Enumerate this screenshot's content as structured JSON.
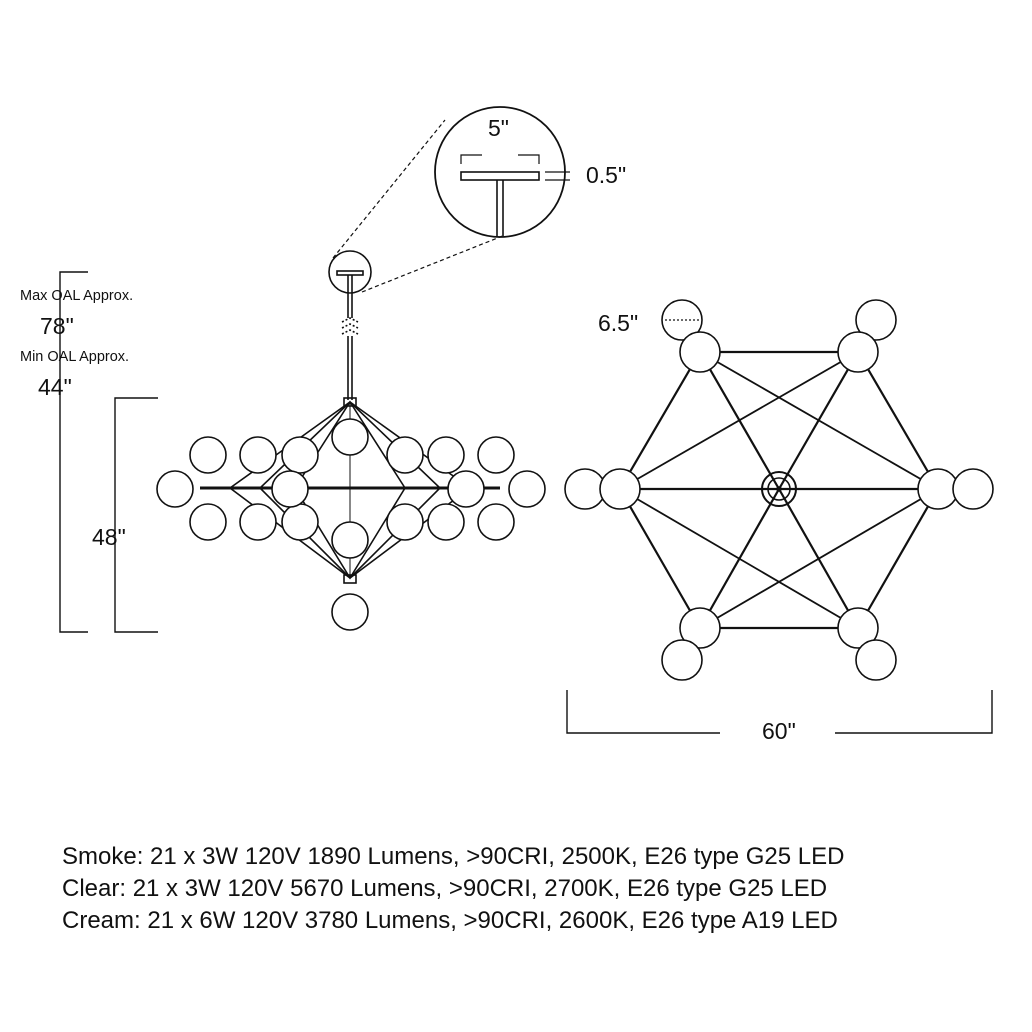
{
  "dimensions": {
    "max_oal_label": "Max OAL Approx.",
    "max_oal_value": "78\"",
    "min_oal_label": "Min OAL Approx.",
    "min_oal_value": "44\"",
    "body_height": "48\"",
    "canopy_width": "5\"",
    "canopy_thickness": "0.5\"",
    "globe_diameter": "6.5\"",
    "overall_width": "60\""
  },
  "specs": [
    "Smoke: 21 x 3W 120V 1890 Lumens, >90CRI, 2500K, E26 type G25 LED",
    "Clear: 21 x 3W 120V 5670 Lumens, >90CRI, 2700K, E26 type G25 LED",
    "Cream: 21 x 6W 120V 3780 Lumens, >90CRI, 2600K, E26 type A19 LED"
  ]
}
